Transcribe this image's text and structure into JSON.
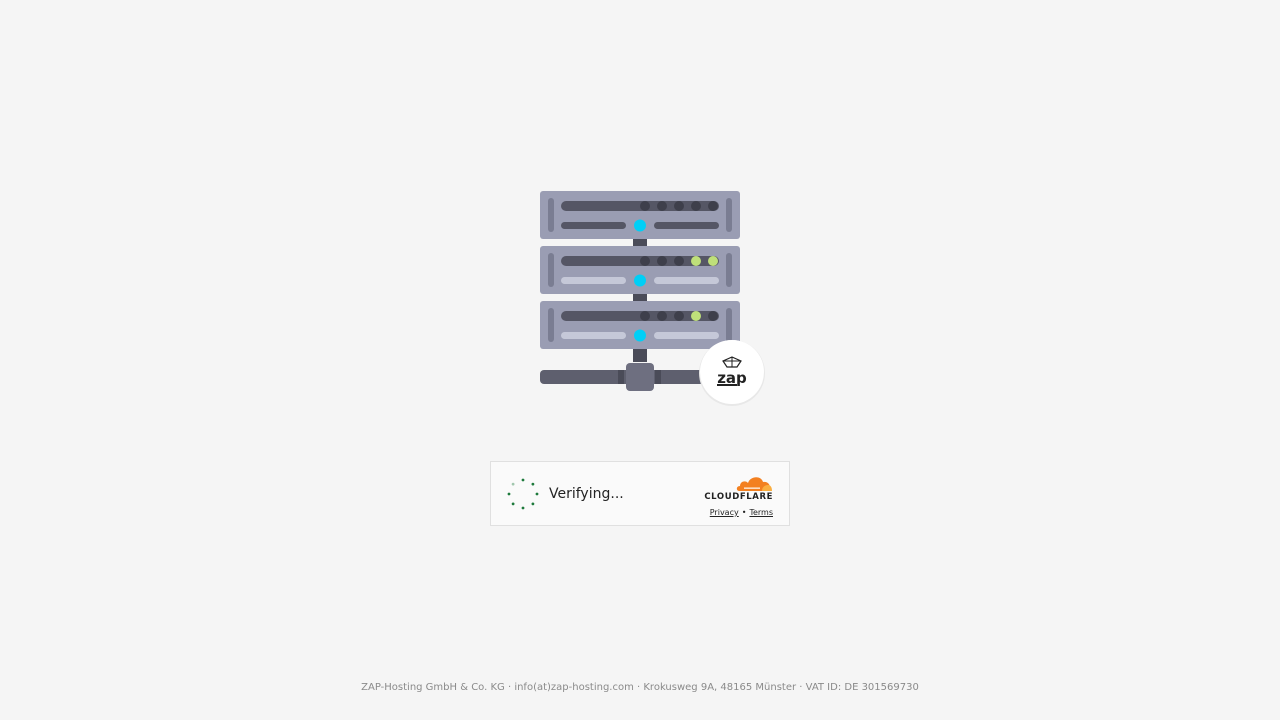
{
  "illustration": {
    "logo_icon": "zap-hosting-logo",
    "server_icon": "server-rack-icon",
    "colors": {
      "rack": "#9a9db3",
      "bar": "#555665",
      "led_cyan": "#00cff6",
      "led_green": "#bfe07a",
      "led_dark": "#4a4b58",
      "light_bar": "#c5c8d8",
      "base": "#5e5f6e"
    }
  },
  "turnstile": {
    "status_text": "Verifying...",
    "spinner_icon": "loading-spinner-icon",
    "brand_icon": "cloudflare-cloud-icon",
    "brand_name": "CLOUDFLARE",
    "privacy_label": "Privacy",
    "separator": "•",
    "terms_label": "Terms",
    "colors": {
      "spinner": "#1e7a3c",
      "cloud_orange": "#f38020",
      "cloud_light": "#faae40"
    }
  },
  "footer": {
    "text": "ZAP-Hosting GmbH & Co. KG · info(at)zap-hosting.com · Krokusweg 9A, 48165 Münster · VAT ID: DE 301569730"
  }
}
